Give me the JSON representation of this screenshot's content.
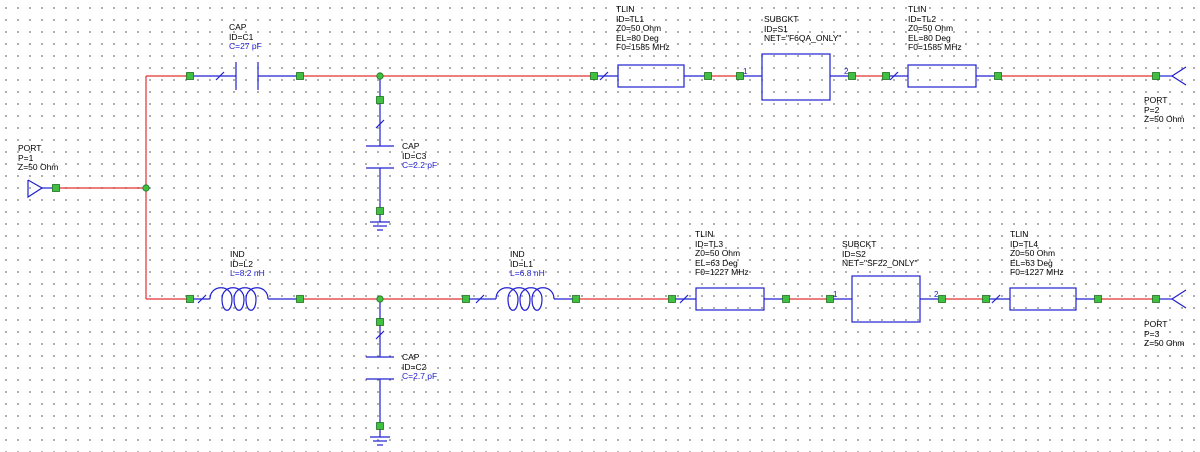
{
  "components": {
    "port1": {
      "type": "PORT",
      "p": "P=1",
      "z": "Z=50 Ohm"
    },
    "port2": {
      "type": "PORT",
      "p": "P=2",
      "z": "Z=50 Ohm"
    },
    "port3": {
      "type": "PORT",
      "p": "P=3",
      "z": "Z=50 Ohm"
    },
    "c1": {
      "type": "CAP",
      "id": "ID=C1",
      "val": "C=27 pF"
    },
    "c3": {
      "type": "CAP",
      "id": "ID=C3",
      "val": "C=2.2 pF"
    },
    "c2": {
      "type": "CAP",
      "id": "ID=C2",
      "val": "C=2.7 pF"
    },
    "l2": {
      "type": "IND",
      "id": "ID=L2",
      "val": "L=8.2 nH"
    },
    "l1": {
      "type": "IND",
      "id": "ID=L1",
      "val": "L=6.8 nH"
    },
    "tl1": {
      "type": "TLIN",
      "id": "ID=TL1",
      "z0": "Z0=50 Ohm",
      "el": "EL=80 Deg",
      "f0": "F0=1585 MHz"
    },
    "tl2": {
      "type": "TLIN",
      "id": "ID=TL2",
      "z0": "Z0=50 Ohm",
      "el": "EL=80 Deg",
      "f0": "F0=1585 MHz"
    },
    "tl3": {
      "type": "TLIN",
      "id": "ID=TL3",
      "z0": "Z0=50 Ohm",
      "el": "EL=63 Deg",
      "f0": "F0=1227 MHz"
    },
    "tl4": {
      "type": "TLIN",
      "id": "ID=TL4",
      "z0": "Z0=50 Ohm",
      "el": "EL=63 Deg",
      "f0": "F0=1227 MHz"
    },
    "s1": {
      "type": "SUBCKT",
      "id": "ID=S1",
      "net": "NET=\"F6QA_ONLY\""
    },
    "s2": {
      "type": "SUBCKT",
      "id": "ID=S2",
      "net": "NET=\"SF22_ONLY\""
    }
  },
  "pins": {
    "in": "1",
    "out": "2"
  },
  "colors": {
    "wire": "#e03030",
    "node": "#40c040",
    "node_edge": "#207020",
    "pin": "#2020d0",
    "symbol": "#2020d0"
  }
}
